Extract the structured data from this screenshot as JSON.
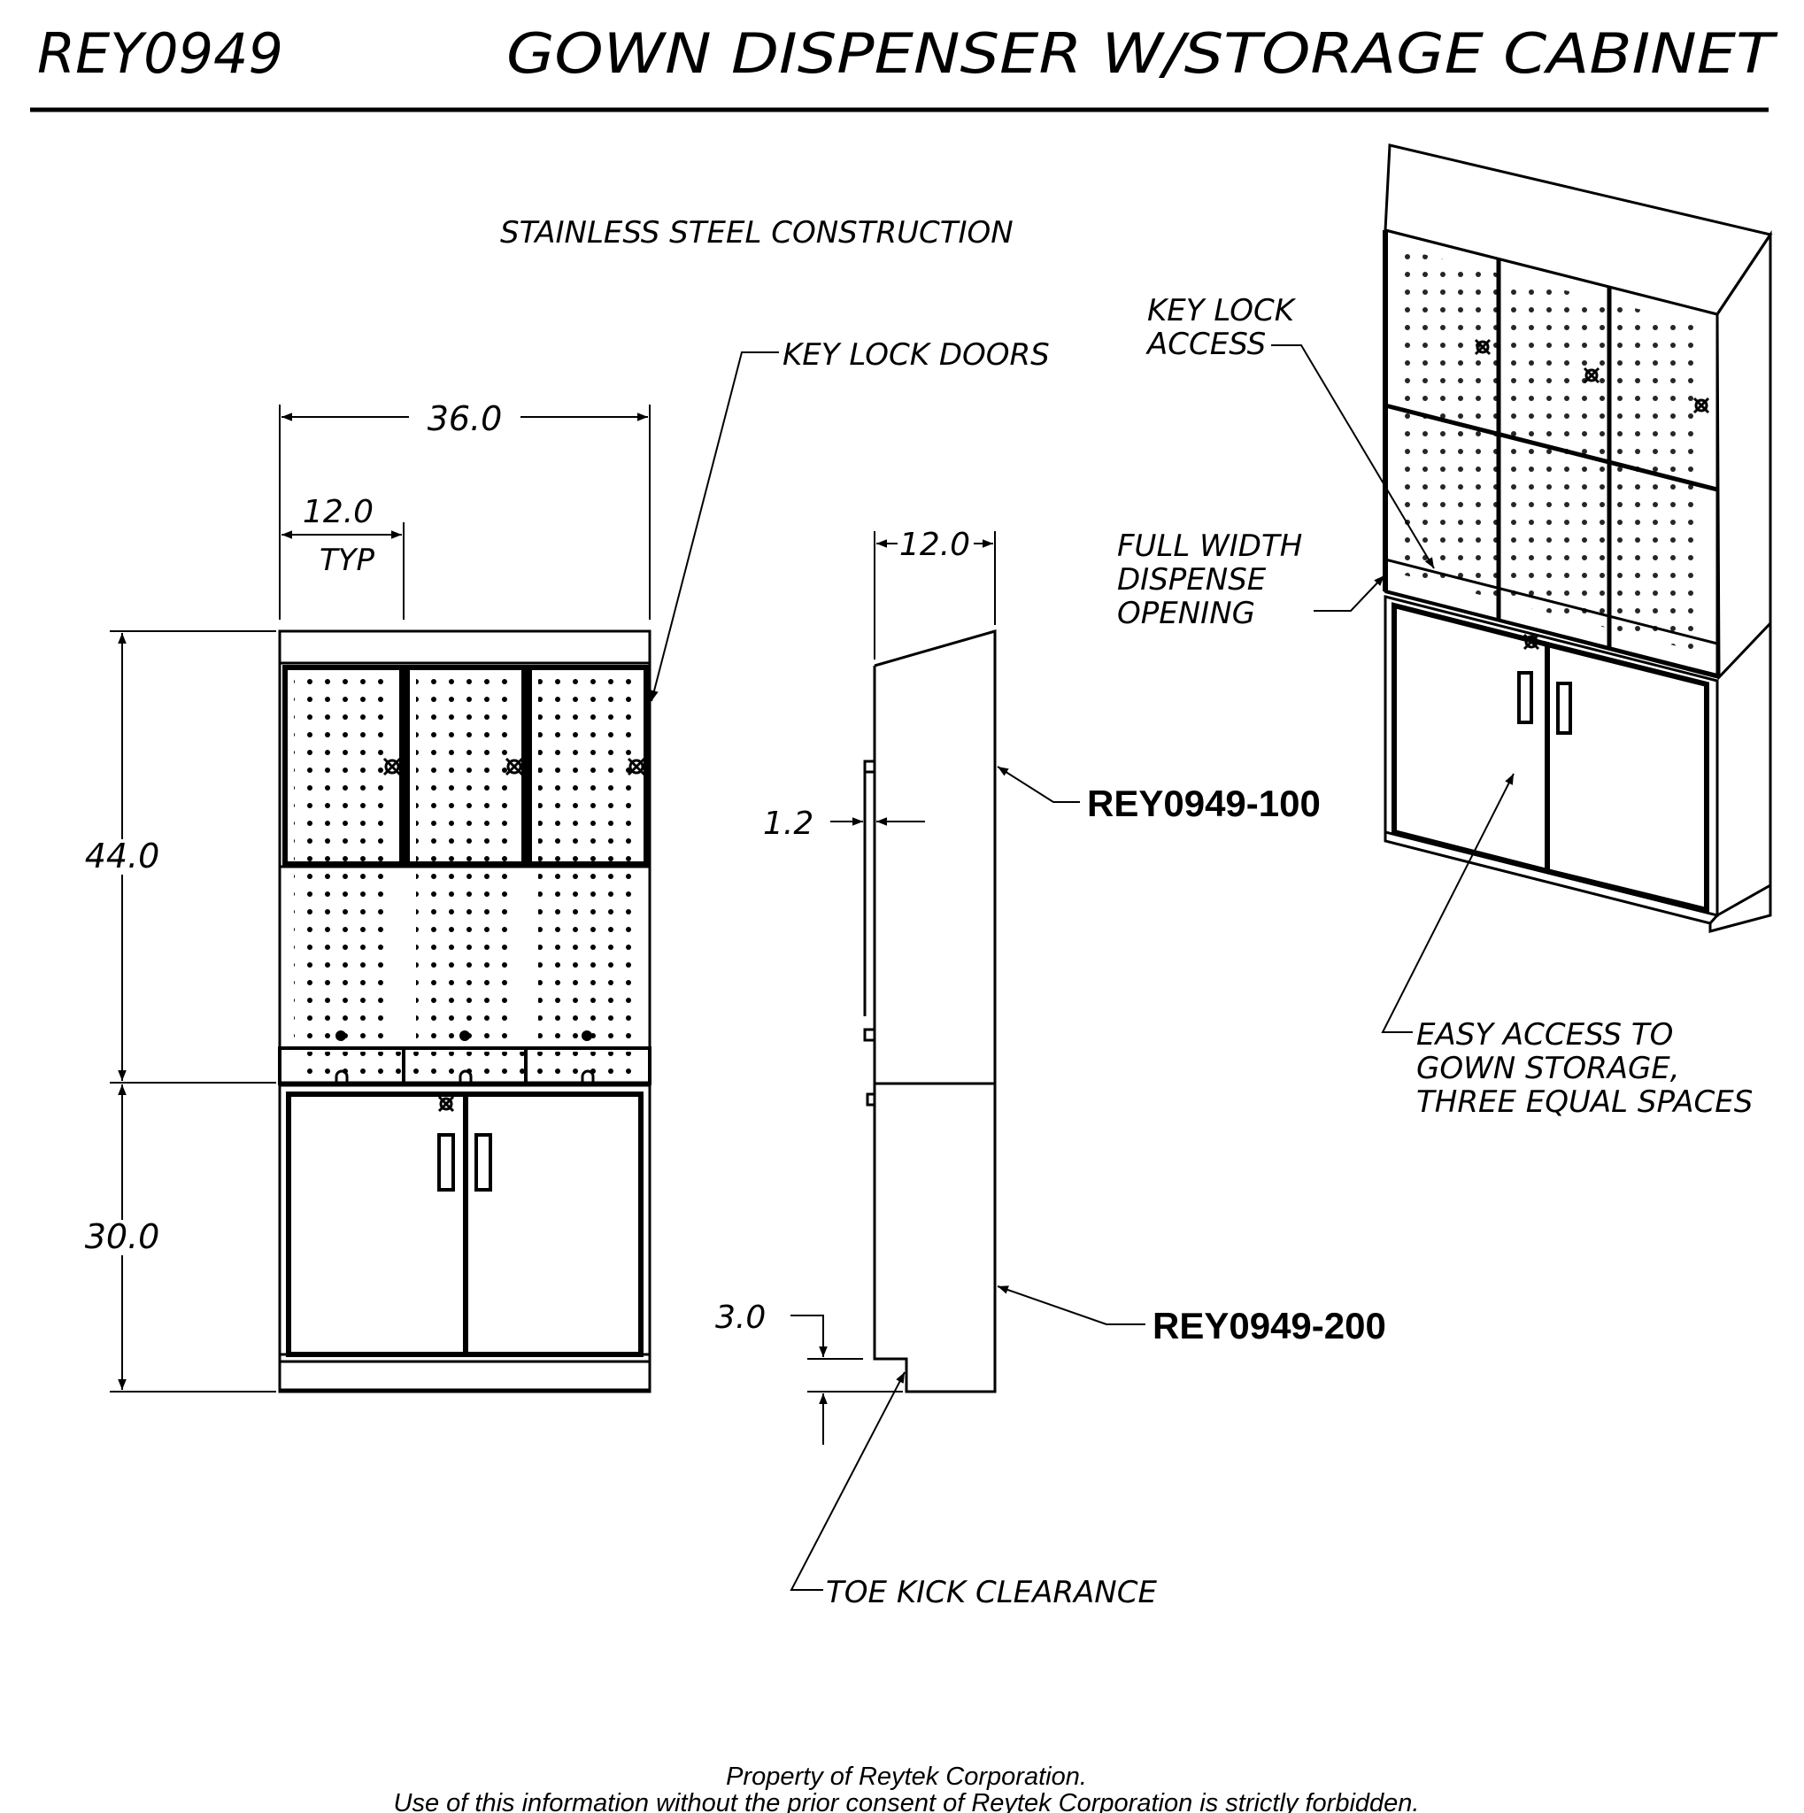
{
  "title_block": {
    "drawing_number": "REY0949",
    "title": "GOWN DISPENSER W/STORAGE CABINET"
  },
  "notes": {
    "material": "STAINLESS STEEL CONSTRUCTION",
    "key_lock_doors": "KEY LOCK DOORS",
    "key_lock_access_line1": "KEY LOCK",
    "key_lock_access_line2": "ACCESS",
    "full_width_line1": "FULL WIDTH",
    "full_width_line2": "DISPENSE",
    "full_width_line3": "OPENING",
    "easy_access_line1": "EASY ACCESS TO",
    "easy_access_line2": "GOWN STORAGE,",
    "easy_access_line3": "THREE EQUAL SPACES",
    "toe_kick": "TOE KICK CLEARANCE"
  },
  "dimensions": {
    "overall_width": "36.0",
    "door_width": "12.0",
    "door_width_note": "TYP",
    "upper_height": "44.0",
    "lower_height": "30.0",
    "depth": "12.0",
    "door_offset": "1.2",
    "toe_kick_height": "3.0"
  },
  "part_numbers": {
    "upper": "REY0949-100",
    "lower": "REY0949-200"
  },
  "footer": {
    "line1": "Property of Reytek Corporation.",
    "line2": "Use of this information without the prior consent of Reytek Corporation is strictly forbidden."
  }
}
